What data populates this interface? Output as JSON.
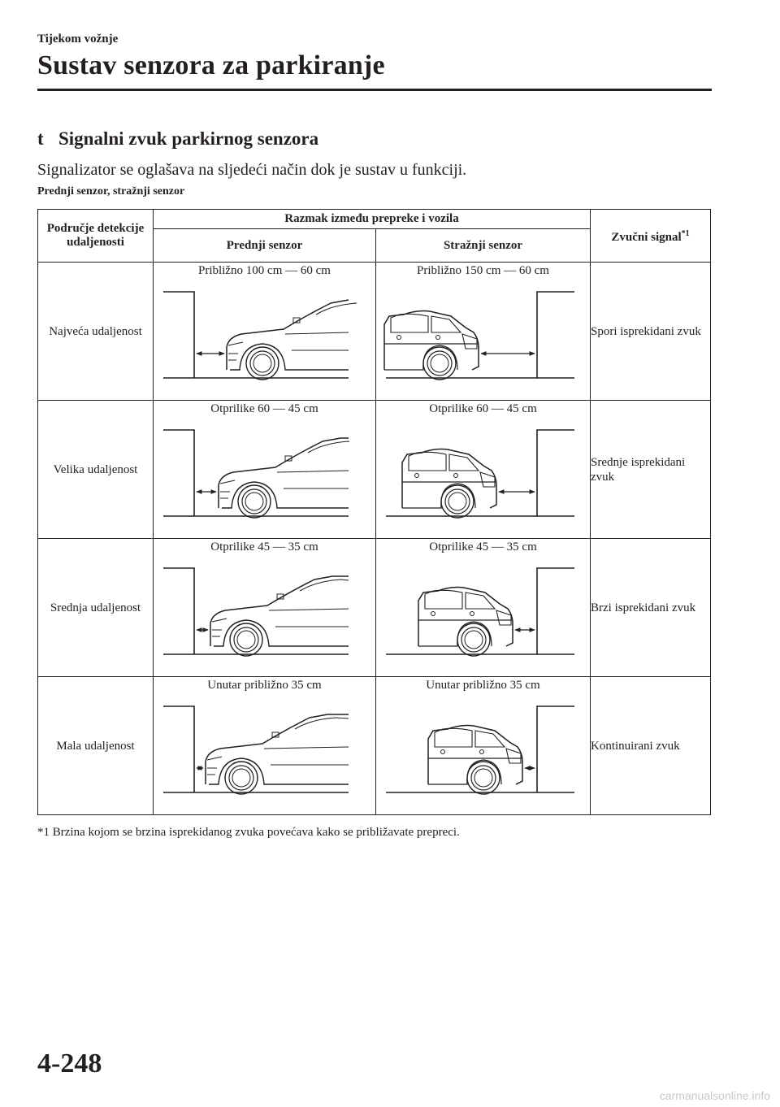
{
  "header": {
    "section": "Tijekom vožnje",
    "title": "Sustav senzora za parkiranje"
  },
  "heading": {
    "marker": "t",
    "text": "Signalni zvuk parkirnog senzora"
  },
  "intro": "Signalizator se oglašava na sljedeći način dok je sustav u funkciji.",
  "subheading": "Prednji senzor, stražnji senzor",
  "table": {
    "col_zone": "Područje detekcije udaljenosti",
    "col_distance": "Razmak između prepreke i vozila",
    "col_front": "Prednji senzor",
    "col_rear": "Stražnji senzor",
    "col_signal": "Zvučni signal",
    "col_signal_note": "*1",
    "rows": [
      {
        "zone": "Najveća udaljenost",
        "front": "Približno 100 cm — 60 cm",
        "rear": "Približno 150 cm — 60 cm",
        "signal": "Spori isprekidani zvuk"
      },
      {
        "zone": "Velika udaljenost",
        "front": "Otprilike 60 — 45 cm",
        "rear": "Otprilike 60 — 45 cm",
        "signal": "Srednje isprekidani zvuk"
      },
      {
        "zone": "Srednja udaljenost",
        "front": "Otprilike 45 — 35 cm",
        "rear": "Otprilike 45 — 35 cm",
        "signal": "Brzi isprekidani zvuk"
      },
      {
        "zone": "Mala udaljenost",
        "front": "Unutar približno 35 cm",
        "rear": "Unutar približno 35 cm",
        "signal": "Kontinuirani zvuk"
      }
    ]
  },
  "footnote": "*1 Brzina kojom se brzina isprekidanog zvuka povećava kako se približavate prepreci.",
  "page_number": "4-248",
  "watermark": "carmanualsonline.info"
}
